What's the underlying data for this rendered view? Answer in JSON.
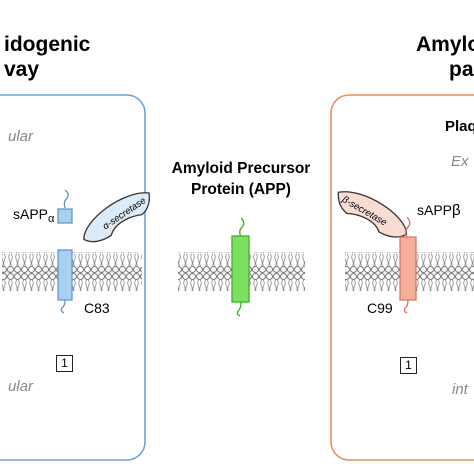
{
  "colors": {
    "left_panel": "#6fa2d8",
    "right_panel": "#ea8c5e",
    "alpha_fragment": "#a9d0f0",
    "alpha_fragment_stroke": "#5d94c9",
    "app_fill": "#7ee05f",
    "app_stroke": "#3fae2a",
    "beta_fill": "#f4b09a",
    "beta_stroke": "#d6735a",
    "enzyme_alpha_fill": "#dcebf8",
    "enzyme_beta_fill": "#f8dcd3"
  },
  "left": {
    "title_line1": "idogenic",
    "title_line2": "vay",
    "extracellular": "ular",
    "intracellular": "ular",
    "soluble_fragment": "sAPP",
    "soluble_greek": "α",
    "enzyme": "α-secretase",
    "fragment": "C83",
    "step_number": "1"
  },
  "center": {
    "title_line1": "Amyloid Precursor",
    "title_line2": "Protein (APP)"
  },
  "right": {
    "title_line1": "Amylo",
    "title_line2": "pa",
    "plaque": "Plaq",
    "extracellular": "Ex",
    "intracellular": "int",
    "soluble_fragment": "sAPP",
    "soluble_greek": "β",
    "enzyme": "β-secretase",
    "fragment": "C99",
    "step_number": "1"
  }
}
